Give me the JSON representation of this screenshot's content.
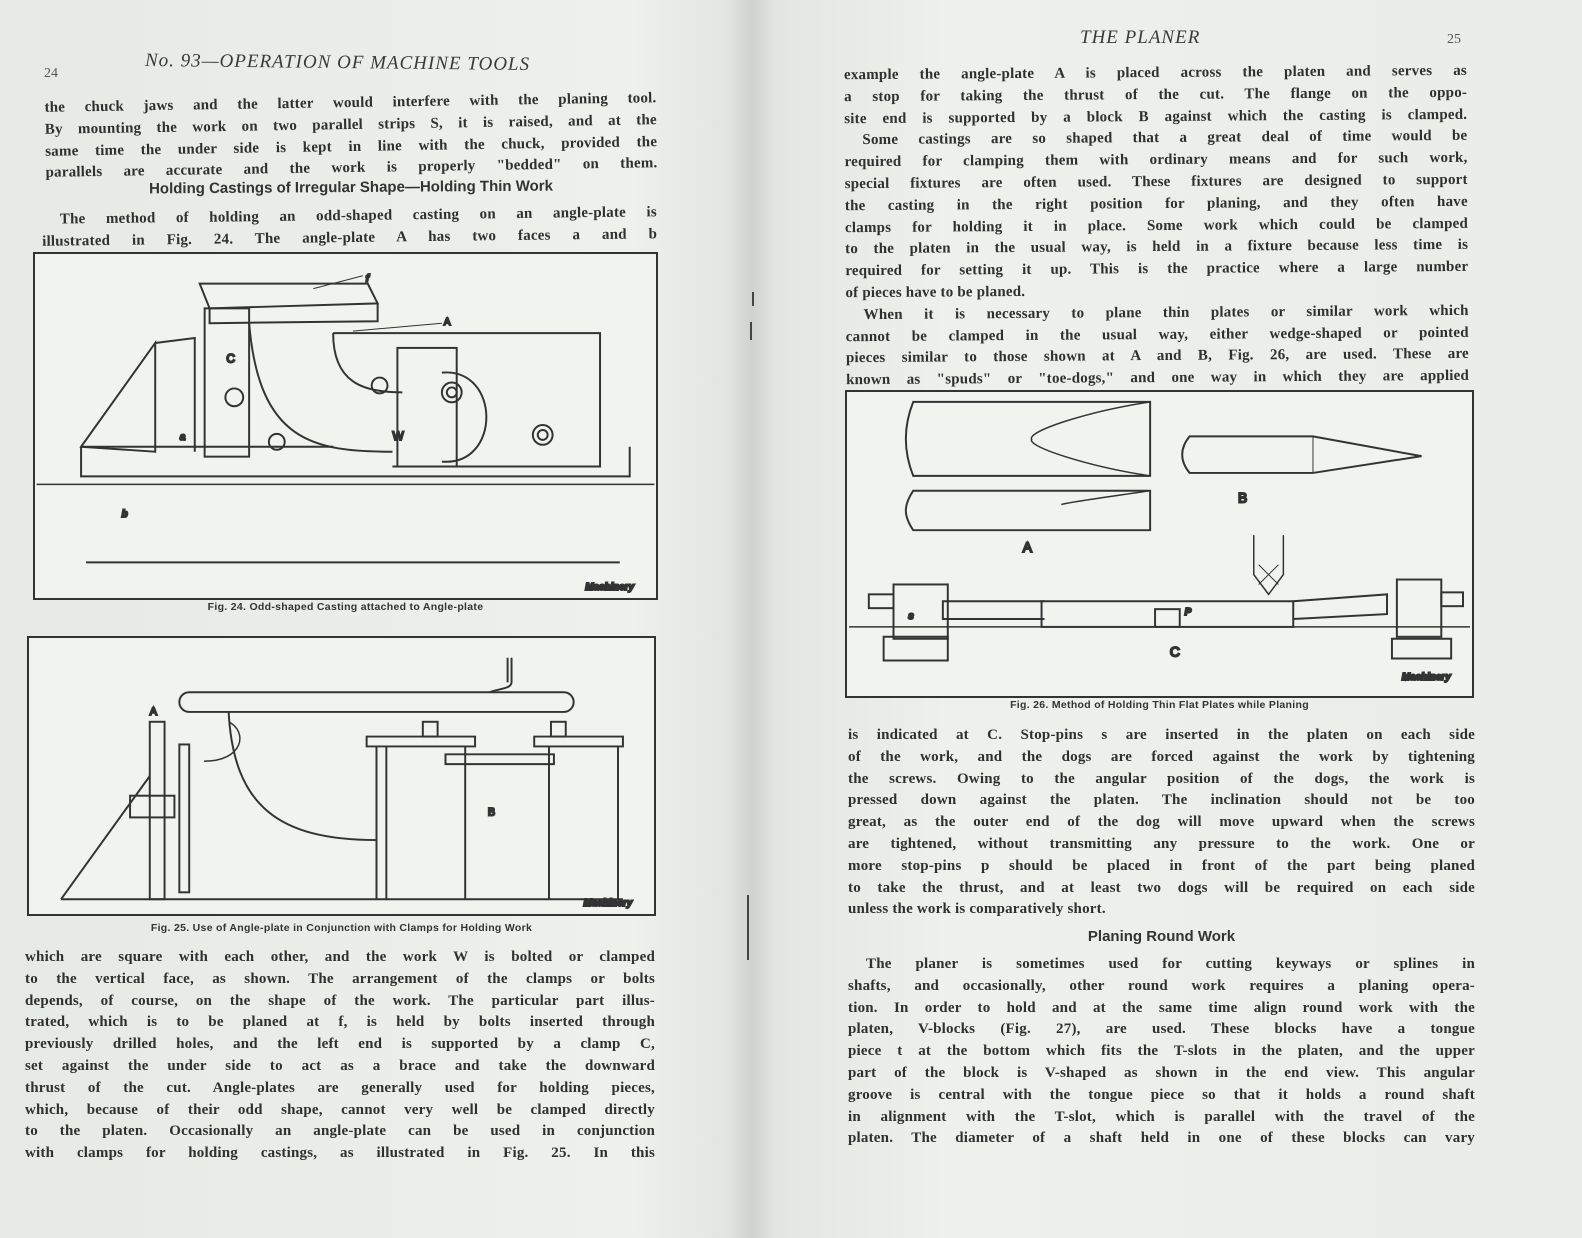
{
  "left_page": {
    "page_number": "24",
    "running_head": "No. 93—OPERATION OF MACHINE TOOLS",
    "top_paragraphs": [
      [
        "the chuck jaws and the latter would interfere with the planing tool.",
        "By mounting the work on two parallel strips S, it is raised, and at the",
        "same time the under side is kept in line with the chuck, provided the",
        "parallels are accurate and the work is properly \"bedded\" on them."
      ]
    ],
    "heading": "Holding Castings of Irregular Shape—Holding Thin Work",
    "intro_paragraphs": [
      [
        "The method of holding an odd-shaped casting on an angle-plate is",
        "illustrated in Fig. 24.  The angle-plate A has two faces a and b"
      ]
    ],
    "fig24": {
      "caption": "Fig. 24.  Odd-shaped Casting attached to Angle-plate",
      "labels": {
        "f": "f",
        "A": "A",
        "C": "C",
        "W": "W",
        "a": "a",
        "b": "b"
      },
      "credit": "Machinery"
    },
    "fig25": {
      "caption": "Fig. 25.  Use of Angle-plate in Conjunction with Clamps for Holding Work",
      "labels": {
        "A": "A",
        "B": "B"
      },
      "credit": "Machinery"
    },
    "bottom_paragraphs": [
      [
        "which are square with each other, and the work W is bolted or clamped",
        "to the vertical face, as shown.  The arrangement of the clamps or bolts",
        "depends, of course, on the shape of the work.  The particular part illus-",
        "trated, which is to be planed at f, is held by bolts inserted through",
        "previously drilled holes, and the left end is supported by a clamp C,",
        "set against the under side to act as a brace and take the downward",
        "thrust of the cut.  Angle-plates are generally used for holding pieces,",
        "which, because of their odd shape, cannot very well be clamped directly",
        "to the platen.  Occasionally an angle-plate can be used in conjunction",
        "with clamps for holding castings, as illustrated in Fig. 25.  In this"
      ]
    ]
  },
  "right_page": {
    "page_number": "25",
    "running_head": "THE PLANER",
    "top_paragraphs": [
      [
        "example the angle-plate A is placed across the platen and serves as",
        "a stop for taking the thrust of the cut.  The flange on the oppo-",
        "site end is supported by a block B against which the casting is clamped."
      ],
      [
        "Some castings are so shaped that a great deal of time would be",
        "required for clamping them with ordinary means and for such work,",
        "special fixtures are often used.  These fixtures are designed to support",
        "the casting in the right position for planing, and they often have",
        "clamps for holding it in place.  Some work which could be clamped",
        "to the platen in the usual way, is held in a fixture because less time is",
        "required for setting it up.  This is the practice where a large number",
        "of pieces have to be planed."
      ],
      [
        "When it is necessary to plane thin plates or similar work which",
        "cannot be clamped in the usual way, either wedge-shaped or pointed",
        "pieces similar to those shown at A and B, Fig. 26, are used.  These are",
        "known as \"spuds\" or \"toe-dogs,\" and one way in which they are applied"
      ]
    ],
    "fig26": {
      "caption": "Fig. 26.  Method of Holding Thin Flat Plates while Planing",
      "labels": {
        "A": "A",
        "B": "B",
        "C": "C",
        "P": "P",
        "s": "s"
      },
      "credit": "Machinery"
    },
    "middle_paragraphs": [
      [
        "is indicated at C.  Stop-pins s are inserted in the platen on each side",
        "of the work, and the dogs are forced against the work by tightening",
        "the screws.  Owing to the angular position of the dogs, the work is",
        "pressed down against the platen.  The inclination should not be too",
        "great, as the outer end of the dog will move upward when the screws",
        "are tightened, without transmitting any pressure to the work.  One or",
        "more stop-pins p should be placed in front of the part being planed",
        "to take the thrust, and at least two dogs will be required on each side",
        "unless the work is comparatively short."
      ]
    ],
    "heading": "Planing Round Work",
    "bottom_paragraphs": [
      [
        "The planer is sometimes used for cutting keyways or splines in",
        "shafts, and occasionally, other round work requires a planing opera-",
        "tion.  In order to hold and at the same time align round work with the",
        "platen, V-blocks (Fig. 27), are used.  These blocks have a tongue",
        "piece t at the bottom which fits the T-slots in the platen, and the upper",
        "part of the block is V-shaped as shown in the end view.  This angular",
        "groove is central with the tongue piece so that it holds a round shaft",
        "in alignment with the T-slot, which is parallel with the travel of the",
        "platen.  The diameter of a shaft held in one of these blocks can vary"
      ]
    ]
  }
}
